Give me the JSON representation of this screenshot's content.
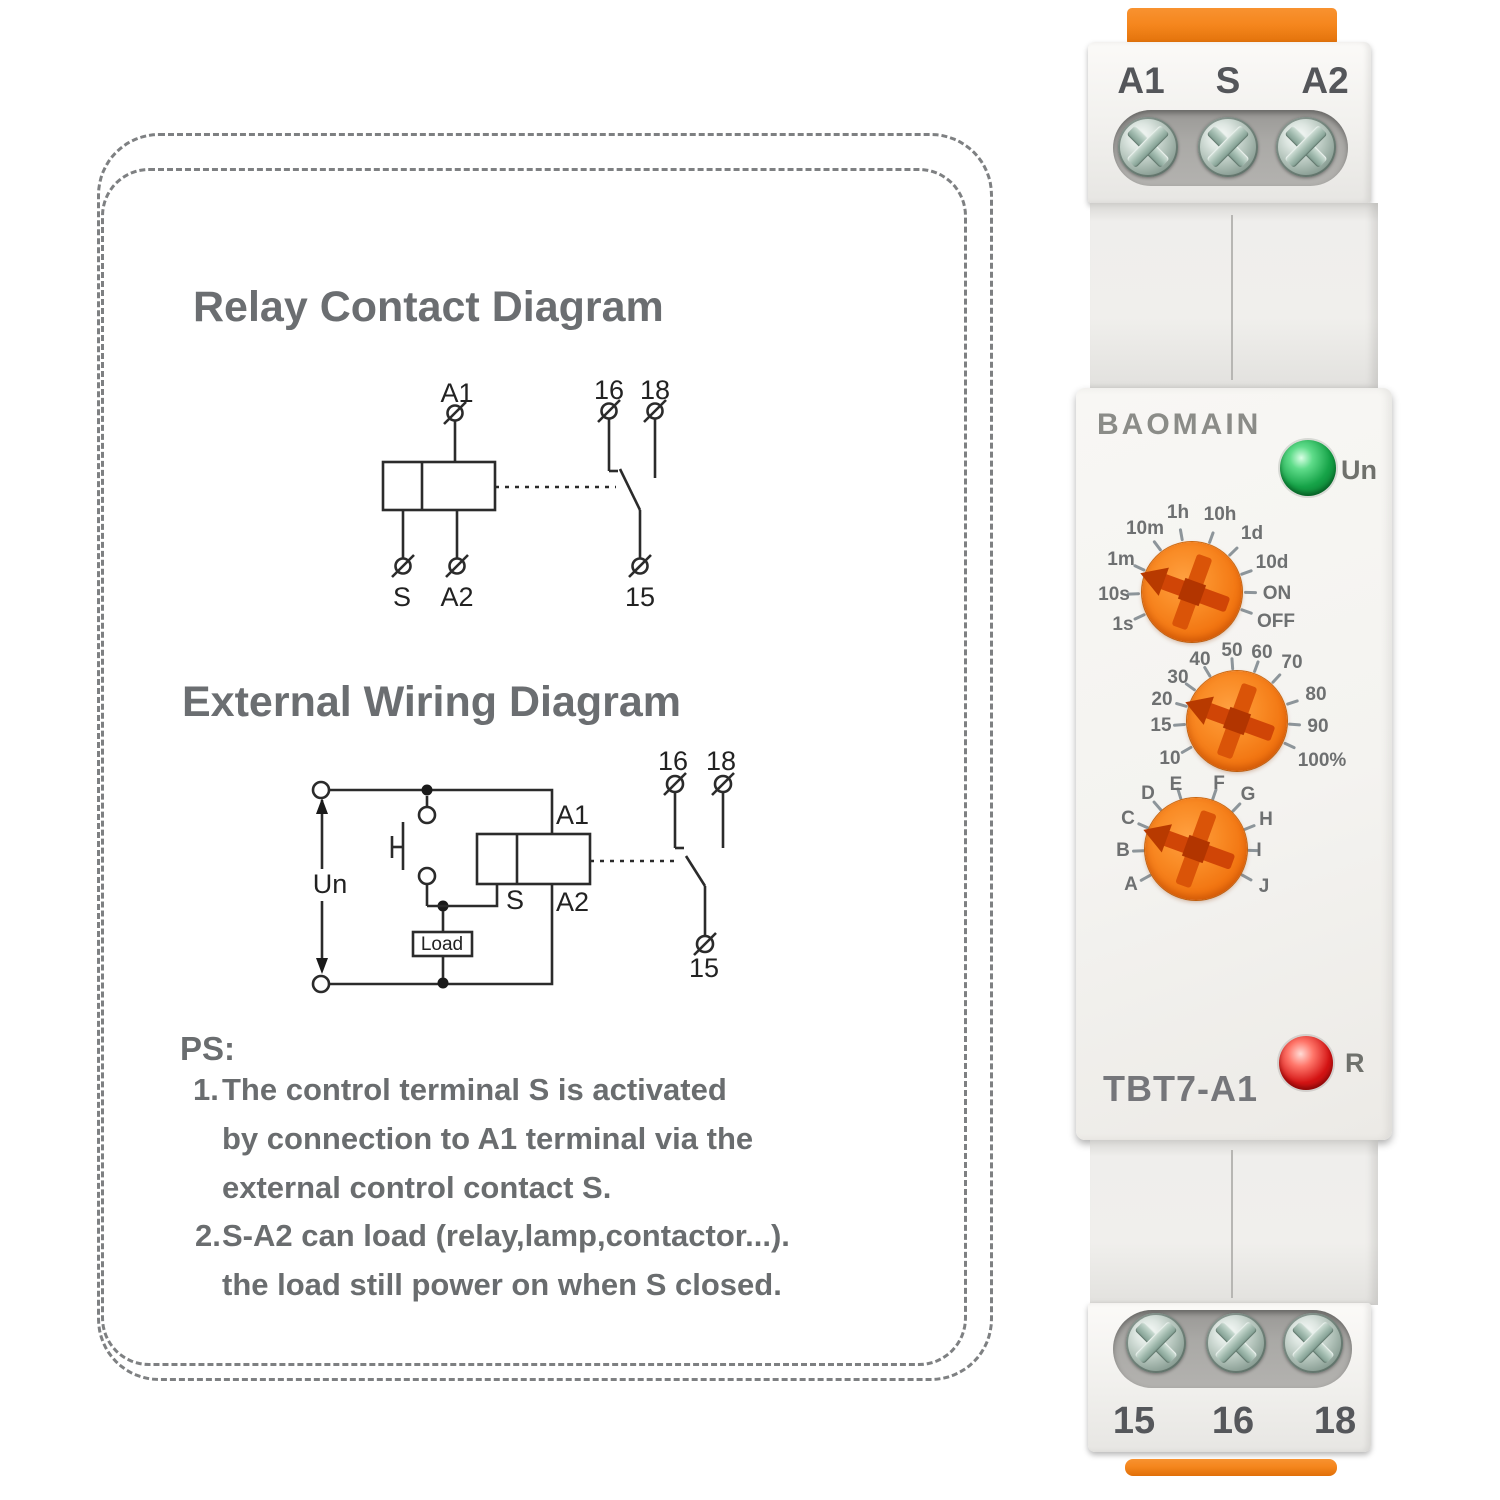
{
  "panel": {
    "relay_title": "Relay Contact Diagram",
    "wiring_title": "External Wiring Diagram",
    "relay": {
      "a1": "A1",
      "s": "S",
      "a2": "A2",
      "t16": "16",
      "t18": "18",
      "t15": "15"
    },
    "wiring": {
      "un": "Un",
      "a1": "A1",
      "s": "S",
      "a2": "A2",
      "load": "Load",
      "t16": "16",
      "t18": "18",
      "t15": "15"
    },
    "ps": {
      "heading": "PS:",
      "item1_num": "1.",
      "item1_line1": "The control terminal S is activated",
      "item1_line2": "by connection to A1 terminal via the",
      "item1_line3": "external control contact S.",
      "item2_num": "2.",
      "item2_line1": "S-A2 can load (relay,lamp,contactor...).",
      "item2_line2": "the load still power on when S closed."
    }
  },
  "device": {
    "brand": "BAOMAIN",
    "model": "TBT7-A1",
    "power_led_label": "Un",
    "relay_led_label": "R",
    "top_terminals": [
      "A1",
      "S",
      "A2"
    ],
    "bottom_terminals": [
      "15",
      "16",
      "18"
    ],
    "dial_time": {
      "labels": [
        "1s",
        "10s",
        "1m",
        "10m",
        "1h",
        "10h",
        "1d",
        "10d",
        "ON",
        "OFF"
      ]
    },
    "dial_percent": {
      "labels": [
        "10",
        "15",
        "20",
        "30",
        "40",
        "50",
        "60",
        "70",
        "80",
        "90",
        "100%"
      ]
    },
    "dial_function": {
      "labels": [
        "A",
        "B",
        "C",
        "D",
        "E",
        "F",
        "G",
        "H",
        "I",
        "J"
      ]
    },
    "colors": {
      "accent_orange": "#f5861d",
      "led_green": "#16a348",
      "led_red": "#d41414"
    }
  }
}
